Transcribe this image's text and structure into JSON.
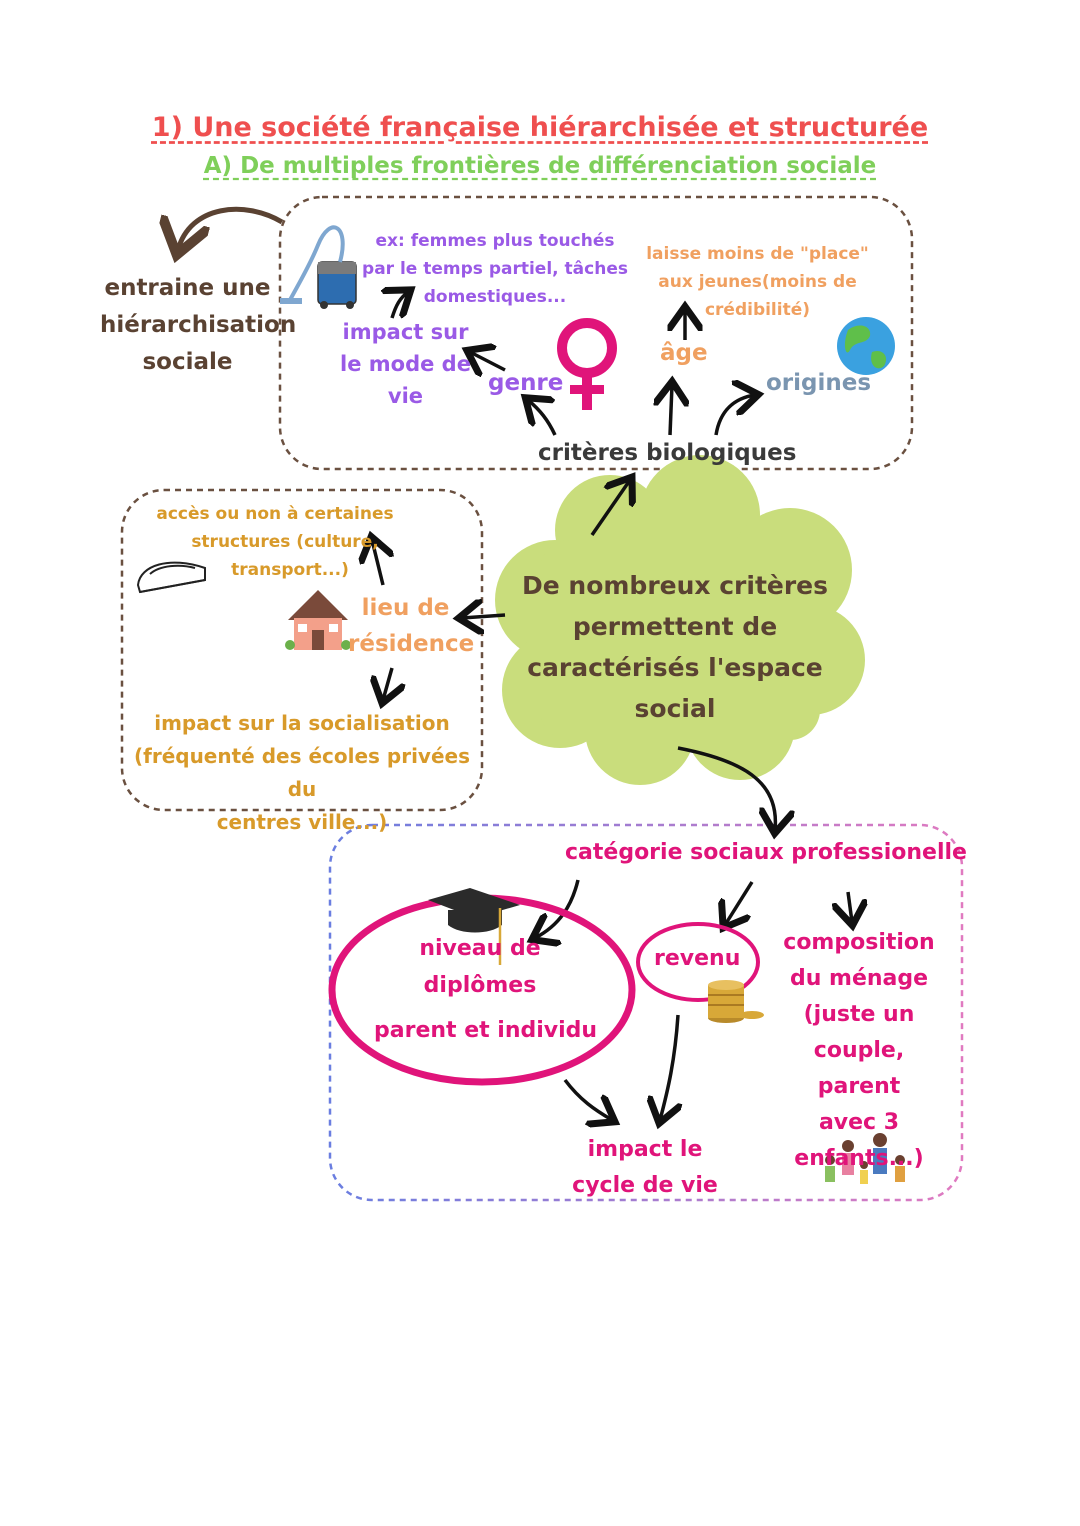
{
  "titles": {
    "main": "1) Une société française hiérarchisée et structurée",
    "sub": "A) De multiples frontières de différenciation sociale"
  },
  "hierarchisation": {
    "line1": "entraine une",
    "line2": "hiérarchisation",
    "line3": "sociale"
  },
  "biologique": {
    "example_l1": "ex: femmes plus touchés",
    "example_l2": "par le temps partiel, tâches",
    "example_l3": "domestiques...",
    "impact_l1": "impact sur",
    "impact_l2": "le mode de",
    "impact_l3": "vie",
    "genre": "genre",
    "age_note_l1": "laisse moins de  \"place\"",
    "age_note_l2": "aux jeunes(moins de",
    "age_note_l3": "crédibilité)",
    "age": "âge",
    "origines": "origines",
    "criteres": "critères biologiques"
  },
  "residence": {
    "acces_l1": "accès ou non à certaines",
    "acces_l2": "structures (culture,",
    "acces_l3": "transport...)",
    "lieu_l1": "lieu de",
    "lieu_l2": "résidence",
    "impact_l1": "impact sur la socialisation",
    "impact_l2": "(fréquenté des écoles privées du",
    "impact_l3": "centres ville...)"
  },
  "center": {
    "l1": "De nombreux critères",
    "l2": "permettent de",
    "l3": "caractérisés l'espace",
    "l4": "social"
  },
  "csp": {
    "title": "catégorie sociaux professionelle",
    "niveau_l1": "niveau de",
    "niveau_l2": "diplômes",
    "parent": "parent et individu",
    "revenu": "revenu",
    "compo_l1": "composition",
    "compo_l2": "du ménage",
    "compo_l3": "(juste un",
    "compo_l4": "couple, parent",
    "compo_l5": "avec 3",
    "compo_l6": "enfants...)",
    "cycle_l1": "impact le",
    "cycle_l2": "cycle de vie"
  },
  "colors": {
    "title_red": "#ef4f4f",
    "title_green": "#7fcf5a",
    "cloud": "#c9dd7c",
    "pink": "#e0147a",
    "purple": "#9a5ae6",
    "orange": "#f0a060",
    "gold": "#d89a2a",
    "brown": "#5a4232"
  },
  "icons": [
    "vacuum-icon",
    "female-symbol-icon",
    "earth-icon",
    "train-icon",
    "house-icon",
    "graduation-cap-icon",
    "coins-icon",
    "family-icon"
  ]
}
